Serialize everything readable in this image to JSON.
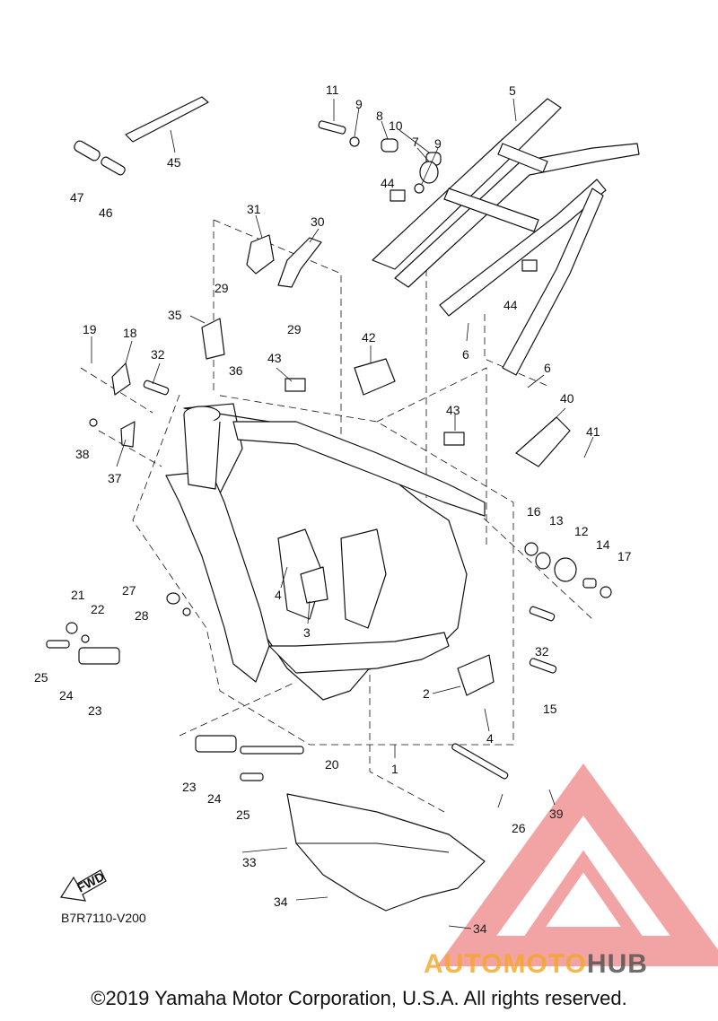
{
  "diagram": {
    "code": "B7R7110-V200",
    "fwd_label": "FWD",
    "copyright": "©2019 Yamaha Motor Corporation, U.S.A. All rights reserved.",
    "callouts": [
      "1",
      "2",
      "3",
      "4",
      "4",
      "5",
      "6",
      "6",
      "7",
      "8",
      "9",
      "9",
      "10",
      "11",
      "12",
      "13",
      "14",
      "15",
      "16",
      "17",
      "18",
      "19",
      "20",
      "21",
      "22",
      "23",
      "23",
      "24",
      "24",
      "25",
      "25",
      "26",
      "27",
      "28",
      "29",
      "29",
      "30",
      "31",
      "32",
      "32",
      "33",
      "34",
      "34",
      "35",
      "36",
      "37",
      "38",
      "39",
      "40",
      "41",
      "42",
      "43",
      "43",
      "44",
      "44",
      "45",
      "46",
      "47"
    ]
  },
  "watermark": {
    "text_a": "AUTOMOTO",
    "text_b": "HUB",
    "accent_color": "#e85a5a",
    "accent_color_2": "#f5a623"
  }
}
